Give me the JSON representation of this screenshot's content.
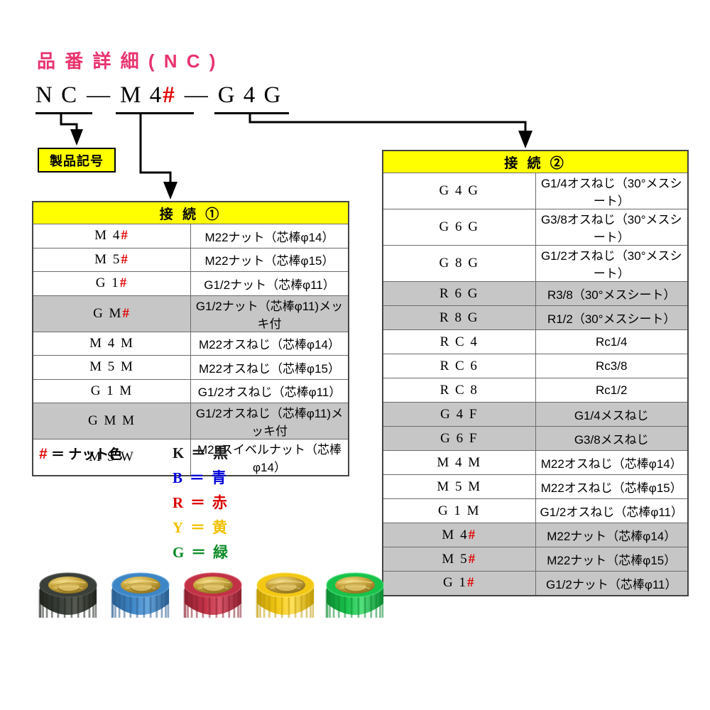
{
  "title": "品 番 詳 細 ( N C )",
  "part_number": {
    "seg1": "N C",
    "dash1": "—",
    "seg2_main": "M 4",
    "seg2_hash": "#",
    "dash2": "—",
    "seg3": "G 4 G"
  },
  "product_symbol_box": "製品記号",
  "table1": {
    "header": "接 続 ①",
    "rows": [
      {
        "code": "M 4",
        "hash": "#",
        "desc": "M22ナット（芯棒φ14）",
        "shaded": false
      },
      {
        "code": "M 5",
        "hash": "#",
        "desc": "M22ナット（芯棒φ15）",
        "shaded": false
      },
      {
        "code": "G 1",
        "hash": "#",
        "desc": "G1/2ナット（芯棒φ11）",
        "shaded": false
      },
      {
        "code": "G M",
        "hash": "#",
        "desc": "G1/2ナット（芯棒φ11)メッキ付",
        "shaded": true
      },
      {
        "code": "M 4 M",
        "hash": "",
        "desc": "M22オスねじ（芯棒φ14）",
        "shaded": false
      },
      {
        "code": "M 5 M",
        "hash": "",
        "desc": "M22オスねじ（芯棒φ15）",
        "shaded": false
      },
      {
        "code": "G 1 M",
        "hash": "",
        "desc": "G1/2オスねじ（芯棒φ11）",
        "shaded": false
      },
      {
        "code": "G M M",
        "hash": "",
        "desc": "G1/2オスねじ（芯棒φ11)メッキ付",
        "shaded": true
      },
      {
        "code": "M S W",
        "hash": "",
        "desc": "M22スイベルナット（芯棒φ14）",
        "shaded": false
      }
    ]
  },
  "table2": {
    "header": "接 続 ②",
    "rows": [
      {
        "code": "G 4 G",
        "hash": "",
        "desc": "G1/4オスねじ（30°メスシート）",
        "shaded": false
      },
      {
        "code": "G 6 G",
        "hash": "",
        "desc": "G3/8オスねじ（30°メスシート）",
        "shaded": false
      },
      {
        "code": "G 8 G",
        "hash": "",
        "desc": "G1/2オスねじ（30°メスシート）",
        "shaded": false
      },
      {
        "code": "R 6 G",
        "hash": "",
        "desc": "R3/8（30°メスシート）",
        "shaded": true
      },
      {
        "code": "R 8 G",
        "hash": "",
        "desc": "R1/2（30°メスシート）",
        "shaded": true
      },
      {
        "code": "R C 4",
        "hash": "",
        "desc": "Rc1/4",
        "shaded": false
      },
      {
        "code": "R C 6",
        "hash": "",
        "desc": "Rc3/8",
        "shaded": false
      },
      {
        "code": "R C 8",
        "hash": "",
        "desc": "Rc1/2",
        "shaded": false
      },
      {
        "code": "G 4 F",
        "hash": "",
        "desc": "G1/4メスねじ",
        "shaded": true
      },
      {
        "code": "G 6 F",
        "hash": "",
        "desc": "G3/8メスねじ",
        "shaded": true
      },
      {
        "code": "M 4 M",
        "hash": "",
        "desc": "M22オスねじ（芯棒φ14）",
        "shaded": false
      },
      {
        "code": "M 5 M",
        "hash": "",
        "desc": "M22オスねじ（芯棒φ15）",
        "shaded": false
      },
      {
        "code": "G 1 M",
        "hash": "",
        "desc": "G1/2オスねじ（芯棒φ11）",
        "shaded": false
      },
      {
        "code": "M 4",
        "hash": "#",
        "desc": "M22ナット（芯棒φ14）",
        "shaded": true
      },
      {
        "code": "M 5",
        "hash": "#",
        "desc": "M22ナット（芯棒φ15）",
        "shaded": true
      },
      {
        "code": "G 1",
        "hash": "#",
        "desc": "G1/2ナット（芯棒φ11）",
        "shaded": true
      }
    ]
  },
  "legend": {
    "label_hash": "#",
    "label_text": " ＝ ナット色",
    "items": [
      {
        "key": "K",
        "eq": "＝",
        "name": "黒",
        "color": "#1a1a1a"
      },
      {
        "key": "B",
        "eq": "＝",
        "name": "青",
        "color": "#0000dd"
      },
      {
        "key": "R",
        "eq": "＝",
        "name": "赤",
        "color": "#dd0000"
      },
      {
        "key": "Y",
        "eq": "＝",
        "name": "黄",
        "color": "#f0c000"
      },
      {
        "key": "G",
        "eq": "＝",
        "name": "緑",
        "color": "#0a8a25"
      }
    ]
  },
  "nut_photos": [
    {
      "name": "black-nut",
      "body": "#3a3f3a",
      "shadow": "#22261f",
      "light": "#555a52"
    },
    {
      "name": "blue-nut",
      "body": "#3d86c6",
      "shadow": "#2b5f91",
      "light": "#67a6dd"
    },
    {
      "name": "red-nut",
      "body": "#c23246",
      "shadow": "#8d2030",
      "light": "#d9566a"
    },
    {
      "name": "yellow-nut",
      "body": "#f2c814",
      "shadow": "#c29c08",
      "light": "#ffe25c"
    },
    {
      "name": "green-nut",
      "body": "#18c24a",
      "shadow": "#0e8c33",
      "light": "#54e07f"
    }
  ],
  "colors": {
    "title_pink": "#e8336e",
    "header_yellow": "#ffff00",
    "shade_gray": "#c6c6c6",
    "hash_red": "#e00000"
  }
}
